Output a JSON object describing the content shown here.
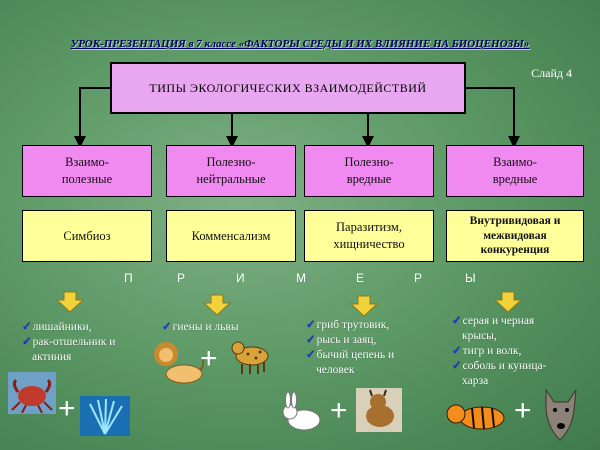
{
  "slide": {
    "title": "УРОК-ПРЕЗЕНТАЦИЯ  в 7 классе «ФАКТОРЫ СРЕДЫ И ИХ ВЛИЯНИЕ НА БИОЦЕНОЗЫ»",
    "slide_number": "Слайд 4"
  },
  "diagram": {
    "root": "ТИПЫ ЭКОЛОГИЧЕСКИХ  ВЗАИМОДЕЙСТВИЙ",
    "types": [
      {
        "line1": "Взаимо-",
        "line2": "полезные"
      },
      {
        "line1": "Полезно-",
        "line2": "нейтральные"
      },
      {
        "line1": "Полезно-",
        "line2": "вредные"
      },
      {
        "line1": "Взаимо-",
        "line2": "вредные"
      }
    ],
    "forms": [
      {
        "line1": "Симбиоз",
        "line2": ""
      },
      {
        "line1": "Комменсализм",
        "line2": ""
      },
      {
        "line1": "Паразитизм,",
        "line2": "хищничество"
      },
      {
        "line1": "Внутривидовая и",
        "line2": "межвидовая",
        "line3": "конкуренция"
      }
    ],
    "examples_word": [
      "П",
      "Р",
      "И",
      "М",
      "Е",
      "Р",
      "Ы"
    ]
  },
  "examples": {
    "col0": [
      "лишайники,",
      "рак-отшельник и",
      "актиния"
    ],
    "col1": [
      "гиены и львы"
    ],
    "col2": [
      "гриб трутовик,",
      "рысь и заяц,",
      "бычий цепень и",
      "человек"
    ],
    "col3": [
      "серая и черная",
      "крысы,",
      "тигр и волк,",
      "соболь и куница-",
      "харза"
    ]
  },
  "colors": {
    "root_box": "#e8a7f0",
    "type_box": "#f08af0",
    "form_box": "#ffff99",
    "arrow": "#f2d23a",
    "title": "#000066"
  },
  "icons": [
    "crab-icon",
    "anemone-icon",
    "lion-icon",
    "hyena-icon",
    "rabbit-icon",
    "lynx-icon",
    "tiger-icon",
    "wolf-icon"
  ]
}
